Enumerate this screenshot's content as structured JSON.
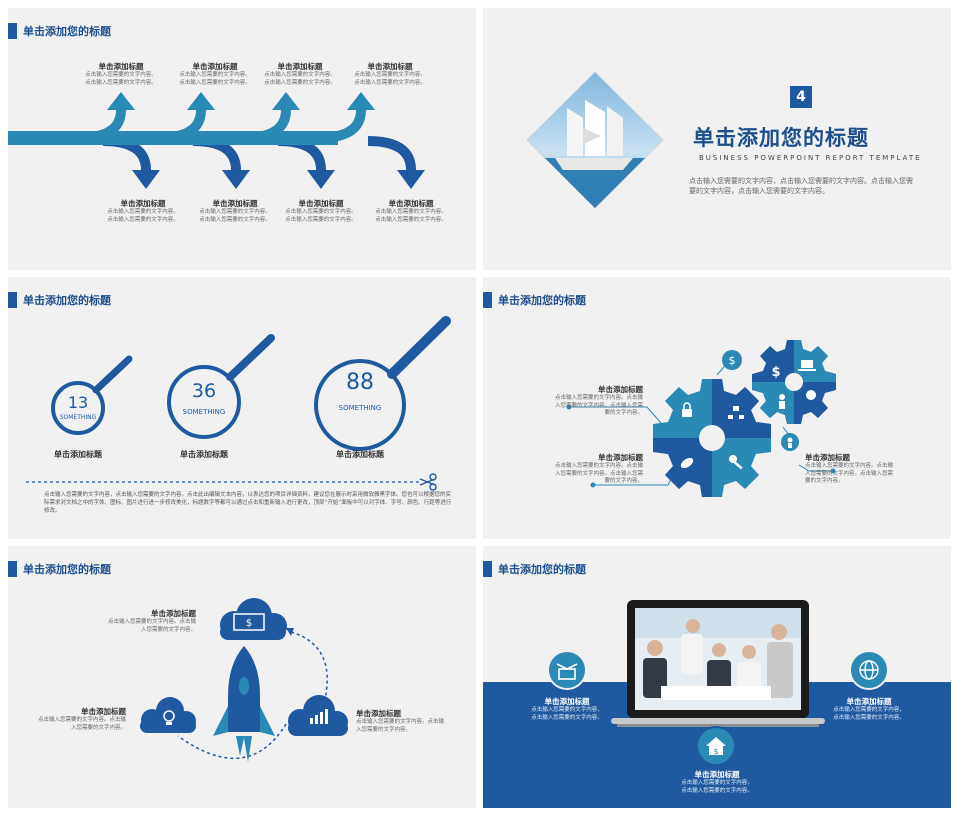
{
  "colors": {
    "primary": "#1f5aa0",
    "dark": "#1d4f8c",
    "teal": "#2b8ab5",
    "bg": "#f1f1f2"
  },
  "slide1": {
    "header": "单击添加您的标题",
    "top_items": [
      {
        "title": "单击添加标题",
        "text": "点击输入您需要的文字内容。点击输入您需要的文字内容。"
      },
      {
        "title": "单击添加标题",
        "text": "点击输入您需要的文字内容。点击输入您需要的文字内容。"
      },
      {
        "title": "单击添加标题",
        "text": "点击输入您需要的文字内容。点击输入您需要的文字内容。"
      },
      {
        "title": "单击添加标题",
        "text": "点击输入您需要的文字内容。点击输入您需要的文字内容。"
      }
    ],
    "bottom_items": [
      {
        "title": "单击添加标题",
        "text": "点击输入您需要的文字内容。点击输入您需要的文字内容。"
      },
      {
        "title": "单击添加标题",
        "text": "点击输入您需要的文字内容。点击输入您需要的文字内容。"
      },
      {
        "title": "单击添加标题",
        "text": "点击输入您需要的文字内容。点击输入您需要的文字内容。"
      },
      {
        "title": "单击添加标题",
        "text": "点击输入您需要的文字内容。点击输入您需要的文字内容。"
      }
    ]
  },
  "slide2": {
    "number": "4",
    "title": "单击添加您的标题",
    "subtitle": "BUSINESS POWERPOINT REPORT TEMPLATE",
    "description": "点击输入您需要的文字内容，点击输入您需要的文字内容。点击输入您需要的文字内容，点击输入您需要的文字内容。",
    "image_icon": "sailing-ship-photo"
  },
  "slide3": {
    "header": "单击添加您的标题",
    "magnifiers": [
      {
        "value": "13",
        "label": "SOMETHING",
        "title": "单击添加标题"
      },
      {
        "value": "36",
        "label": "SOMETHING",
        "title": "单击添加标题"
      },
      {
        "value": "88",
        "label": "SOMETHING",
        "title": "单击添加标题"
      }
    ],
    "scissors_icon": "scissors-icon",
    "paragraph": "点击输入您需要的文字内容，点击输入您需要的文字内容。点击此出编辑文本内容，以表达您的项目详细资料，建议您在展示时采用微软雅黑字体。您也可以根据您的实际需求对文档之中的字体、图标、图片进行进一步修改美化，标题数字等都可以通过点击和重新输入进行更改，顶部“开始”面板中可以对字体、字号、颜色、行距等进行修改。"
  },
  "slide4": {
    "header": "单击添加您的标题",
    "items": [
      {
        "title": "单击添加标题",
        "text": "点击输入您需要的文字内容。点击输入您需要的文字内容。点击输入您需要的文字内容。"
      },
      {
        "title": "单击添加标题",
        "text": "点击输入您需要的文字内容。点击输入您需要的文字内容。点击输入您需要的文字内容。"
      },
      {
        "title": "单击添加标题",
        "text": "点击输入您需要的文字内容。点击输入您需要的文字内容。点击输入您需要的文字内容。"
      }
    ],
    "icons": [
      "lock-icon",
      "org-chart-icon",
      "leaf-icon",
      "key-icon",
      "dollar-icon",
      "laptop-icon",
      "person-icon",
      "gears-icon"
    ]
  },
  "slide5": {
    "header": "单击添加您的标题",
    "items": [
      {
        "title": "单击添加标题",
        "text": "点击输入您需要的文字内容。点击输入您需要的文字内容。"
      },
      {
        "title": "单击添加标题",
        "text": "点击输入您需要的文字内容。点击输入您需要的文字内容。"
      },
      {
        "title": "单击添加标题",
        "text": "点击输入您需要的文字内容。点击输入您需要的文字内容。"
      }
    ],
    "icons": [
      "money-cloud-icon",
      "lightbulb-cloud-icon",
      "chart-cloud-icon",
      "rocket-icon"
    ]
  },
  "slide6": {
    "header": "单击添加您的标题",
    "items": [
      {
        "title": "单击添加标题",
        "text": "点击输入您需要的文字内容，点击输入您需要的文字内容。"
      },
      {
        "title": "单击添加标题",
        "text": "点击输入您需要的文字内容，点击输入您需要的文字内容。"
      },
      {
        "title": "单击添加标题",
        "text": "点击输入您需要的文字内容，点击输入您需要的文字内容。"
      }
    ],
    "icons": [
      "box-icon",
      "globe-icon",
      "house-dollar-icon",
      "laptop-team-photo"
    ]
  }
}
